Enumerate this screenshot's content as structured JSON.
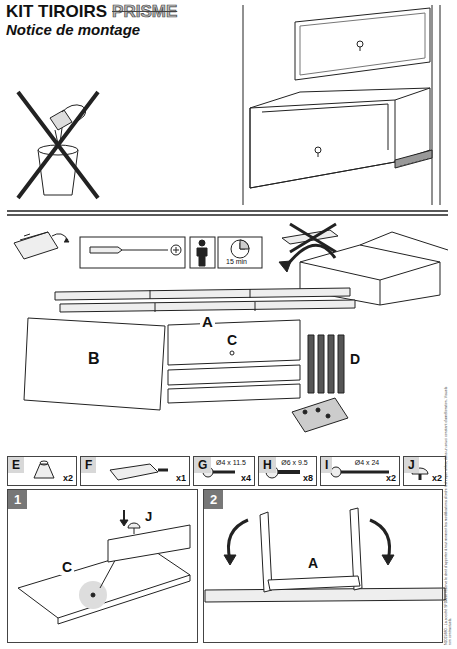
{
  "diagram": {
    "title": "KIT TIROIRS",
    "nodes": [
      {
        "text": [
          "E",
          "x2"
        ]
      },
      {
        "text": [
          "F",
          "x1"
        ]
      },
      {
        "text": [
          "G",
          "Ø4 x 11.5",
          "x4"
        ]
      },
      {
        "text": [
          "H",
          "Ø6 x 9.5",
          "x8"
        ]
      },
      {
        "text": [
          "I",
          "Ø4 x 24",
          "x2"
        ]
      },
      {
        "text": [
          "J",
          "x2"
        ]
      },
      {
        "text": [
          "1"
        ]
      },
      {
        "text": [
          "2"
        ]
      }
    ],
    "labels": [
      "Notice de montage",
      "PRISME",
      "15 min",
      "A",
      "B",
      "C",
      "D",
      "C",
      "J",
      "A",
      "N2015680 - La société SFDA se réserve le droit d'apporter à tout moment les modifications d'ordre technique utiles, dans un souci constant d'amélioration. Visuels non contractuels."
    ]
  }
}
